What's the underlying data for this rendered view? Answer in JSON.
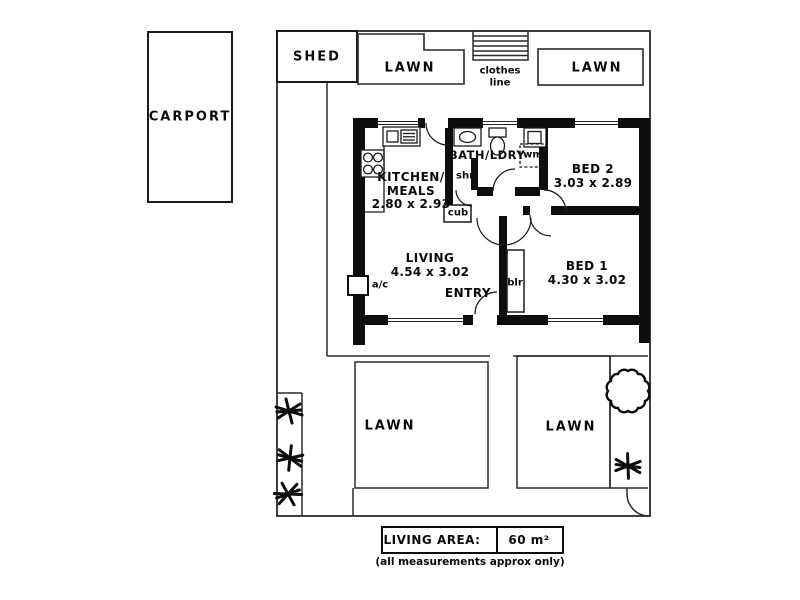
{
  "plan": {
    "outdoor": {
      "carport": "CARPORT",
      "shed": "SHED",
      "lawns": [
        "LAWN",
        "LAWN",
        "LAWN",
        "LAWN"
      ],
      "clothes_line": {
        "line1": "clothes",
        "line2": "line"
      }
    },
    "rooms": {
      "kitchen": {
        "name": "KITCHEN/",
        "name2": "MEALS",
        "dims": "2.80 x 2.93"
      },
      "bath": {
        "name": "BATH/LDRY"
      },
      "bed2": {
        "name": "BED 2",
        "dims": "3.03 x 2.89"
      },
      "bed1": {
        "name": "BED 1",
        "dims": "4.30 x 3.02"
      },
      "living": {
        "name": "LIVING",
        "dims": "4.54 x 3.02"
      },
      "entry": {
        "name": "ENTRY"
      }
    },
    "fixtures": {
      "shower": "shr",
      "cupboard": "cub",
      "boiler": "blr",
      "washing_machine": "wm",
      "air_conditioner": "a/c"
    },
    "footer": {
      "area_label": "LIVING AREA:",
      "area_value": "60 m²",
      "note": "(all measurements approx only)"
    }
  }
}
